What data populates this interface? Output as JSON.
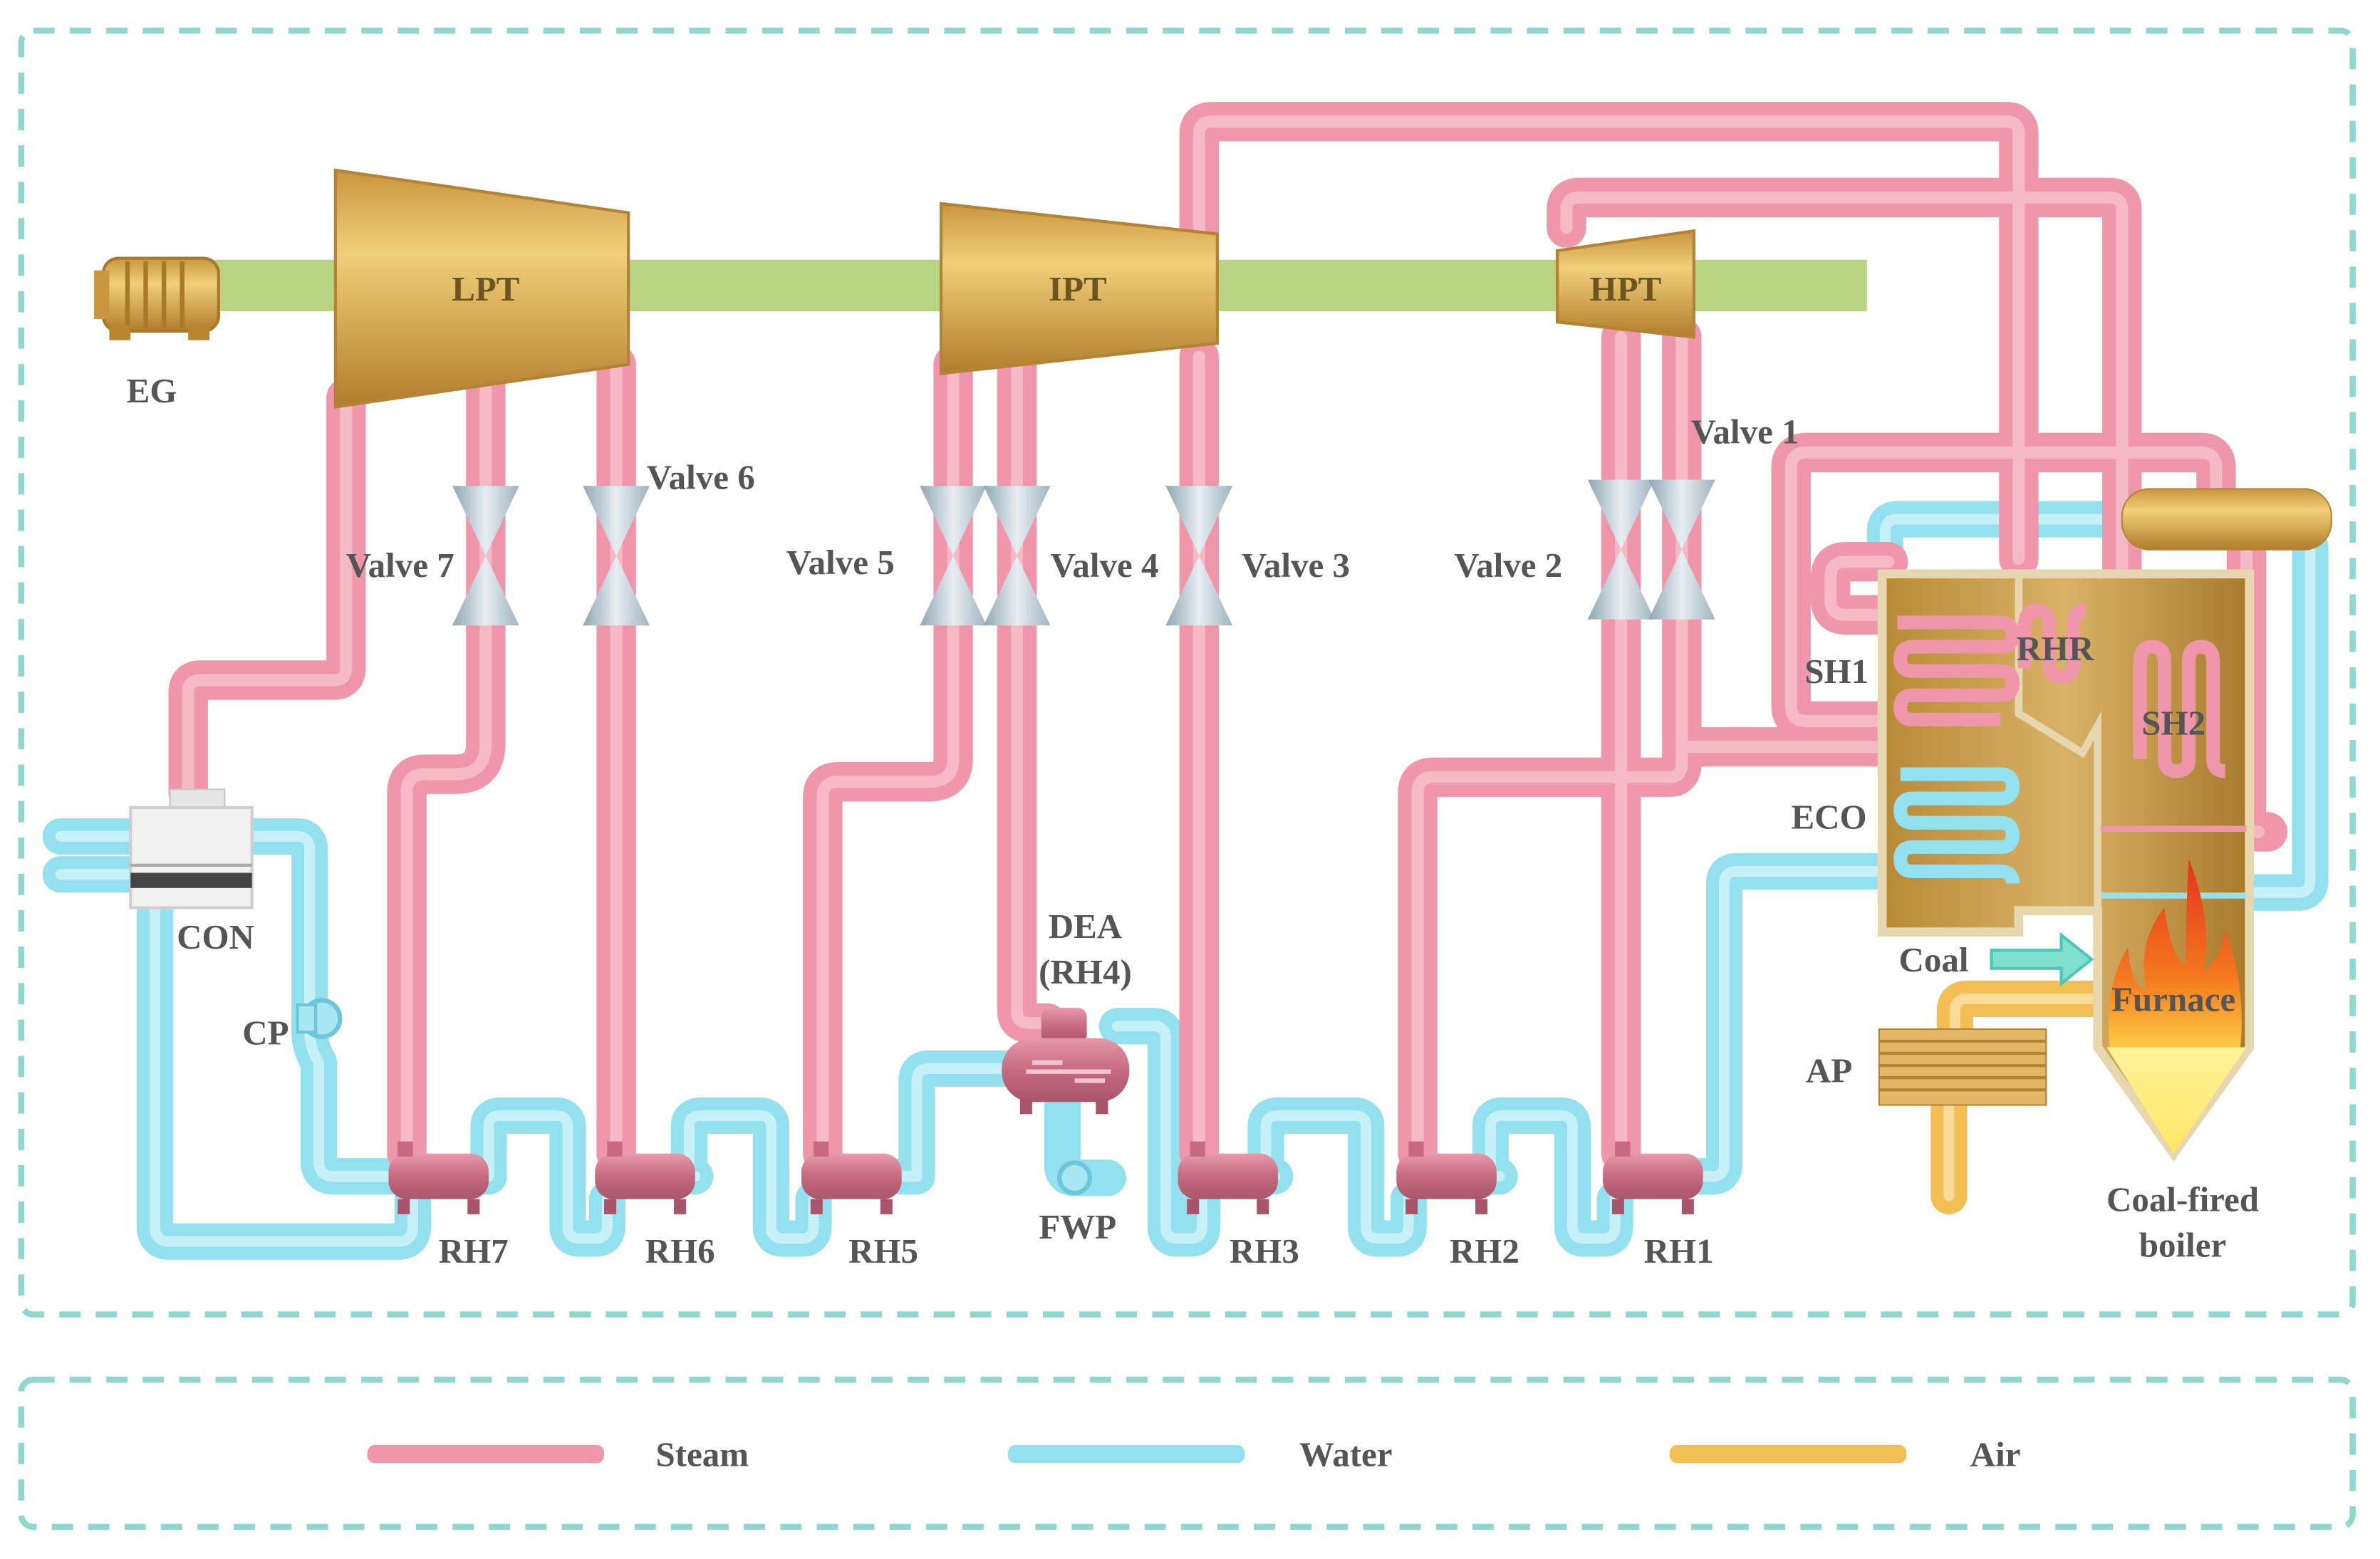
{
  "diagram": {
    "turbines": {
      "lpt": "LPT",
      "ipt": "IPT",
      "hpt": "HPT"
    },
    "generator": "EG",
    "valves": {
      "v1": "Valve 1",
      "v2": "Valve 2",
      "v3": "Valve 3",
      "v4": "Valve 4",
      "v5": "Valve 5",
      "v6": "Valve 6",
      "v7": "Valve 7"
    },
    "heaters": {
      "rh1": "RH1",
      "rh2": "RH2",
      "rh3": "RH3",
      "rh5": "RH5",
      "rh6": "RH6",
      "rh7": "RH7"
    },
    "deaerator": {
      "line1": "DEA",
      "line2": "(RH4)"
    },
    "pumps": {
      "fwp": "FWP",
      "cp": "CP"
    },
    "condenser": "CON",
    "boiler": {
      "sh1": "SH1",
      "sh2": "SH2",
      "rhr": "RHR",
      "eco": "ECO",
      "coal": "Coal",
      "furnace": "Furnace",
      "ap": "AP",
      "title_line1": "Coal-fired",
      "title_line2": "boiler"
    }
  },
  "legend": {
    "items": [
      {
        "label": "Steam",
        "color": "#ef96ab"
      },
      {
        "label": "Water",
        "color": "#93e0ef"
      },
      {
        "label": "Air",
        "color": "#f3bf55"
      }
    ]
  }
}
